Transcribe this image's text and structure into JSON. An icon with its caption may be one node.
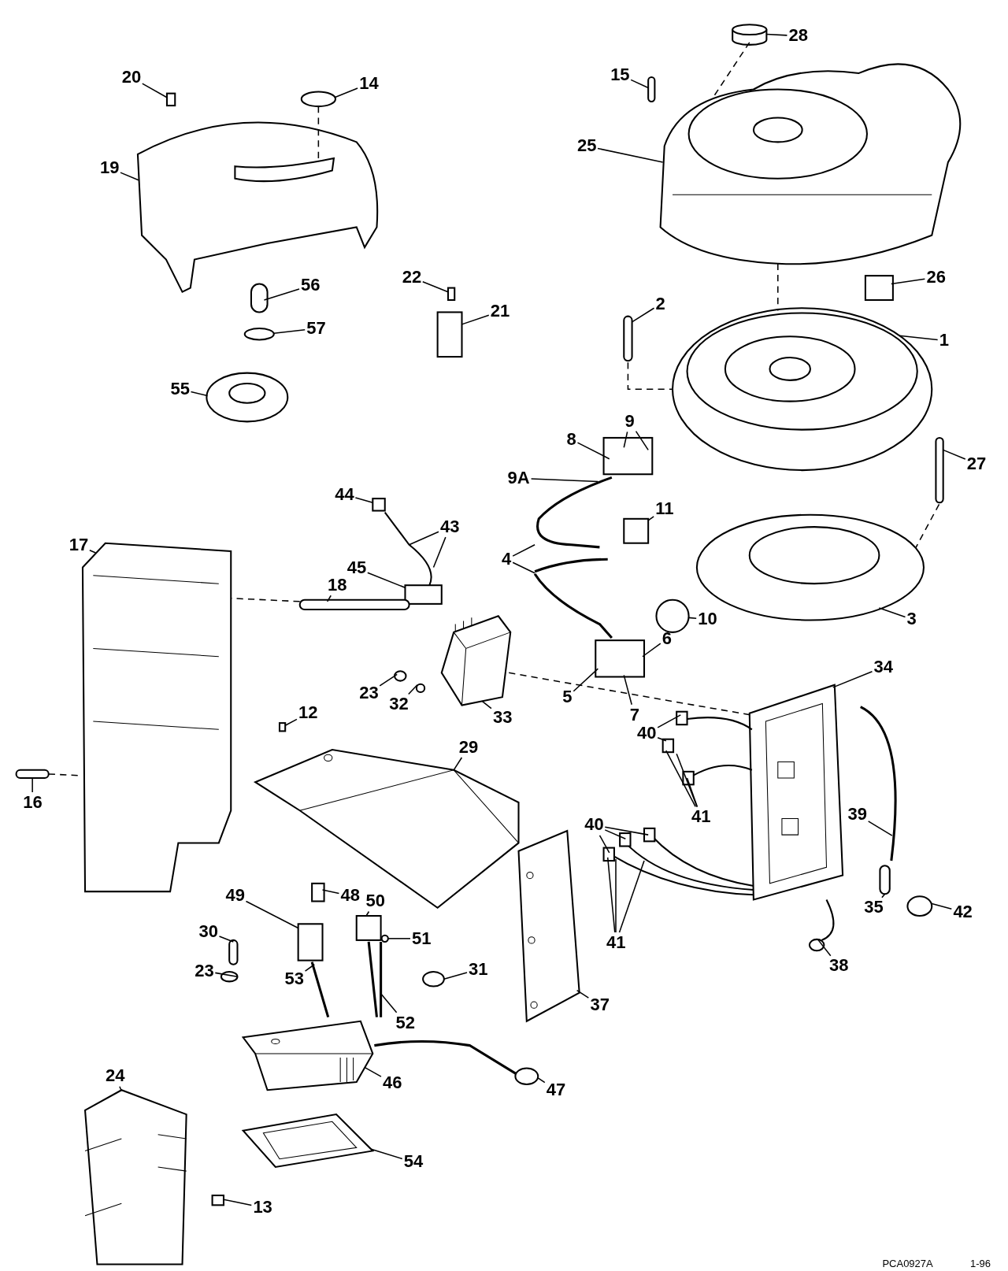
{
  "diagram": {
    "nodes": [
      {
        "text": [
          "28"
        ]
      },
      {
        "text": [
          "15"
        ]
      },
      {
        "text": [
          "20"
        ]
      },
      {
        "text": [
          "14"
        ]
      },
      {
        "text": [
          "25"
        ]
      },
      {
        "text": [
          "19"
        ]
      },
      {
        "text": [
          "22"
        ]
      },
      {
        "text": [
          "26"
        ]
      },
      {
        "text": [
          "56"
        ]
      },
      {
        "text": [
          "2"
        ]
      },
      {
        "text": [
          "21"
        ]
      },
      {
        "text": [
          "57"
        ]
      },
      {
        "text": [
          "1"
        ]
      },
      {
        "text": [
          "55"
        ]
      },
      {
        "text": [
          "9"
        ]
      },
      {
        "text": [
          "8"
        ]
      },
      {
        "text": [
          "27"
        ]
      },
      {
        "text": [
          "9A"
        ]
      },
      {
        "text": [
          "44"
        ]
      },
      {
        "text": [
          "11"
        ]
      },
      {
        "text": [
          "43"
        ]
      },
      {
        "text": [
          "4"
        ]
      },
      {
        "text": [
          "17"
        ]
      },
      {
        "text": [
          "45"
        ]
      },
      {
        "text": [
          "18"
        ]
      },
      {
        "text": [
          "10"
        ]
      },
      {
        "text": [
          "3"
        ]
      },
      {
        "text": [
          "6"
        ]
      },
      {
        "text": [
          "34"
        ]
      },
      {
        "text": [
          "5"
        ]
      },
      {
        "text": [
          "23"
        ]
      },
      {
        "text": [
          "32"
        ]
      },
      {
        "text": [
          "7"
        ]
      },
      {
        "text": [
          "12"
        ]
      },
      {
        "text": [
          "33"
        ]
      },
      {
        "text": [
          "40"
        ]
      },
      {
        "text": [
          "29"
        ]
      },
      {
        "text": [
          "16"
        ]
      },
      {
        "text": [
          "40"
        ]
      },
      {
        "text": [
          "41"
        ]
      },
      {
        "text": [
          "39"
        ]
      },
      {
        "text": [
          "49"
        ]
      },
      {
        "text": [
          "48"
        ]
      },
      {
        "text": [
          "50"
        ]
      },
      {
        "text": [
          "35"
        ]
      },
      {
        "text": [
          "42"
        ]
      },
      {
        "text": [
          "30"
        ]
      },
      {
        "text": [
          "51"
        ]
      },
      {
        "text": [
          "41"
        ]
      },
      {
        "text": [
          "38"
        ]
      },
      {
        "text": [
          "23"
        ]
      },
      {
        "text": [
          "53"
        ]
      },
      {
        "text": [
          "31"
        ]
      },
      {
        "text": [
          "37"
        ]
      },
      {
        "text": [
          "52"
        ]
      },
      {
        "text": [
          "24"
        ]
      },
      {
        "text": [
          "46"
        ]
      },
      {
        "text": [
          "47"
        ]
      },
      {
        "text": [
          "54"
        ]
      },
      {
        "text": [
          "13"
        ]
      },
      {
        "text": [],
        "shape": "cylinder"
      },
      {
        "text": [],
        "shape": "picture"
      },
      {
        "text": [],
        "shape": "bar"
      },
      {
        "text": [],
        "shape": "box"
      },
      {
        "text": [],
        "shape": "circle"
      },
      {
        "text": [],
        "shape": "picture"
      },
      {
        "text": [],
        "shape": "bar"
      },
      {
        "text": [],
        "shape": "circle"
      },
      {
        "text": [],
        "shape": "picture"
      },
      {
        "text": [],
        "shape": "box"
      },
      {
        "text": [],
        "shape": "box"
      },
      {
        "text": [],
        "shape": "box"
      },
      {
        "text": [],
        "shape": "bar"
      },
      {
        "text": [],
        "shape": "picture"
      },
      {
        "text": [],
        "shape": "bar"
      },
      {
        "text": [],
        "shape": "box"
      },
      {
        "text": [],
        "shape": "picture"
      },
      {
        "text": [],
        "shape": "box"
      },
      {
        "text": [],
        "shape": "picture"
      },
      {
        "text": [],
        "shape": "box"
      },
      {
        "text": [],
        "shape": "box"
      },
      {
        "text": [],
        "shape": "picture"
      },
      {
        "text": [],
        "shape": "circle"
      },
      {
        "text": [],
        "shape": "picture"
      },
      {
        "text": [],
        "shape": "bar"
      },
      {
        "text": [],
        "shape": "circle"
      },
      {
        "text": [],
        "shape": "circle"
      },
      {
        "text": [],
        "shape": "picture"
      },
      {
        "text": [],
        "shape": "box"
      },
      {
        "text": [],
        "shape": "picture"
      },
      {
        "text": [],
        "shape": "box"
      },
      {
        "text": [],
        "shape": "bar"
      },
      {
        "text": [],
        "shape": "picture"
      },
      {
        "text": [],
        "shape": "picture"
      },
      {
        "text": [],
        "shape": "picture"
      },
      {
        "text": [],
        "shape": "picture"
      },
      {
        "text": [],
        "shape": "bar"
      },
      {
        "text": [],
        "shape": "circle"
      },
      {
        "text": [],
        "shape": "picture"
      },
      {
        "text": [],
        "shape": "box"
      },
      {
        "text": [],
        "shape": "box"
      },
      {
        "text": [],
        "shape": "box"
      },
      {
        "text": [],
        "shape": "circle"
      },
      {
        "text": [],
        "shape": "bar"
      },
      {
        "text": [],
        "shape": "circle"
      },
      {
        "text": [],
        "shape": "picture"
      },
      {
        "text": [],
        "shape": "circle"
      },
      {
        "text": [],
        "shape": "picture"
      },
      {
        "text": [],
        "shape": "picture"
      },
      {
        "text": [],
        "shape": "picture"
      },
      {
        "text": [],
        "shape": "picture"
      },
      {
        "text": [],
        "shape": "picture"
      },
      {
        "text": [],
        "shape": "box"
      }
    ],
    "edges": [
      {
        "from": 0,
        "to": 60,
        "arrow": "none"
      },
      {
        "from": 1,
        "to": 62,
        "arrow": "none"
      },
      {
        "from": 2,
        "to": 63,
        "arrow": "none"
      },
      {
        "from": 3,
        "to": 64,
        "arrow": "none"
      },
      {
        "from": 4,
        "to": 61,
        "arrow": "none"
      },
      {
        "from": 5,
        "to": 65,
        "arrow": "none"
      },
      {
        "from": 6,
        "to": 69,
        "arrow": "none"
      },
      {
        "from": 7,
        "to": 71,
        "arrow": "none"
      },
      {
        "from": 8,
        "to": 66,
        "arrow": "none"
      },
      {
        "from": 9,
        "to": 72,
        "arrow": "none"
      },
      {
        "from": 10,
        "to": 70,
        "arrow": "none"
      },
      {
        "from": 11,
        "to": 67,
        "arrow": "none"
      },
      {
        "from": 12,
        "to": 73,
        "arrow": "none"
      },
      {
        "from": 13,
        "to": 68,
        "arrow": "none"
      },
      {
        "from": 14,
        "to": 75,
        "arrow": "none"
      },
      {
        "from": 14,
        "to": 75,
        "arrow": "none"
      },
      {
        "from": 15,
        "to": 75,
        "arrow": "none"
      },
      {
        "from": 16,
        "to": 74,
        "arrow": "none"
      },
      {
        "from": 17,
        "to": 76,
        "arrow": "none"
      },
      {
        "from": 18,
        "to": 77,
        "arrow": "none"
      },
      {
        "from": 19,
        "to": 80,
        "arrow": "none"
      },
      {
        "from": 20,
        "to": 78,
        "arrow": "none"
      },
      {
        "from": 20,
        "to": 78,
        "arrow": "none"
      },
      {
        "from": 21,
        "to": 76,
        "arrow": "none"
      },
      {
        "from": 21,
        "to": 76,
        "arrow": "none"
      },
      {
        "from": 22,
        "to": 83,
        "arrow": "none"
      },
      {
        "from": 23,
        "to": 79,
        "arrow": "none"
      },
      {
        "from": 24,
        "to": 84,
        "arrow": "none"
      },
      {
        "from": 25,
        "to": 82,
        "arrow": "none"
      },
      {
        "from": 26,
        "to": 81,
        "arrow": "none"
      },
      {
        "from": 27,
        "to": 88,
        "arrow": "none"
      },
      {
        "from": 28,
        "to": 89,
        "arrow": "none"
      },
      {
        "from": 29,
        "to": 88,
        "arrow": "none"
      },
      {
        "from": 30,
        "to": 85,
        "arrow": "none"
      },
      {
        "from": 31,
        "to": 86,
        "arrow": "none"
      },
      {
        "from": 32,
        "to": 88,
        "arrow": "none"
      },
      {
        "from": 33,
        "to": 90,
        "arrow": "none"
      },
      {
        "from": 34,
        "to": 87,
        "arrow": "none"
      },
      {
        "from": 35,
        "to": 93,
        "arrow": "none"
      },
      {
        "from": 35,
        "to": 93,
        "arrow": "none"
      },
      {
        "from": 36,
        "to": 92,
        "arrow": "none"
      },
      {
        "from": 37,
        "to": 91,
        "arrow": "none"
      },
      {
        "from": 38,
        "to": 94,
        "arrow": "none"
      },
      {
        "from": 38,
        "to": 94,
        "arrow": "none"
      },
      {
        "from": 38,
        "to": 94,
        "arrow": "none"
      },
      {
        "from": 39,
        "to": 93,
        "arrow": "none"
      },
      {
        "from": 39,
        "to": 93,
        "arrow": "none"
      },
      {
        "from": 39,
        "to": 93,
        "arrow": "none"
      },
      {
        "from": 40,
        "to": 95,
        "arrow": "none"
      },
      {
        "from": 41,
        "to": 99,
        "arrow": "none"
      },
      {
        "from": 42,
        "to": 100,
        "arrow": "none"
      },
      {
        "from": 43,
        "to": 101,
        "arrow": "none"
      },
      {
        "from": 44,
        "to": 96,
        "arrow": "none"
      },
      {
        "from": 45,
        "to": 97,
        "arrow": "none"
      },
      {
        "from": 46,
        "to": 103,
        "arrow": "none"
      },
      {
        "from": 47,
        "to": 102,
        "arrow": "none"
      },
      {
        "from": 48,
        "to": 94,
        "arrow": "none"
      },
      {
        "from": 48,
        "to": 94,
        "arrow": "none"
      },
      {
        "from": 48,
        "to": 94,
        "arrow": "none"
      },
      {
        "from": 49,
        "to": 98,
        "arrow": "none"
      },
      {
        "from": 50,
        "to": 104,
        "arrow": "none"
      },
      {
        "from": 51,
        "to": 105,
        "arrow": "none"
      },
      {
        "from": 52,
        "to": 106,
        "arrow": "none"
      },
      {
        "from": 53,
        "to": 107,
        "arrow": "none"
      },
      {
        "from": 54,
        "to": 105,
        "arrow": "none"
      },
      {
        "from": 55,
        "to": 111,
        "arrow": "none"
      },
      {
        "from": 56,
        "to": 108,
        "arrow": "none"
      },
      {
        "from": 57,
        "to": 109,
        "arrow": "none"
      },
      {
        "from": 58,
        "to": 110,
        "arrow": "none"
      },
      {
        "from": 59,
        "to": 112,
        "arrow": "none"
      },
      {
        "from": 60,
        "to": 61,
        "arrow": "none",
        "style": "dashed"
      },
      {
        "from": 64,
        "to": 65,
        "arrow": "none",
        "style": "dashed"
      },
      {
        "from": 72,
        "to": 73,
        "arrow": "none",
        "style": "dashed"
      },
      {
        "from": 61,
        "to": 73,
        "arrow": "none",
        "style": "dashed"
      },
      {
        "from": 74,
        "to": 81,
        "arrow": "none",
        "style": "dashed"
      },
      {
        "from": 84,
        "to": 83,
        "arrow": "none",
        "style": "dashed"
      },
      {
        "from": 87,
        "to": 89,
        "arrow": "none",
        "style": "dashed"
      },
      {
        "from": 91,
        "to": 83,
        "arrow": "none",
        "style": "dashed"
      }
    ],
    "labels": [
      "PCA0927A",
      "1-96"
    ]
  }
}
